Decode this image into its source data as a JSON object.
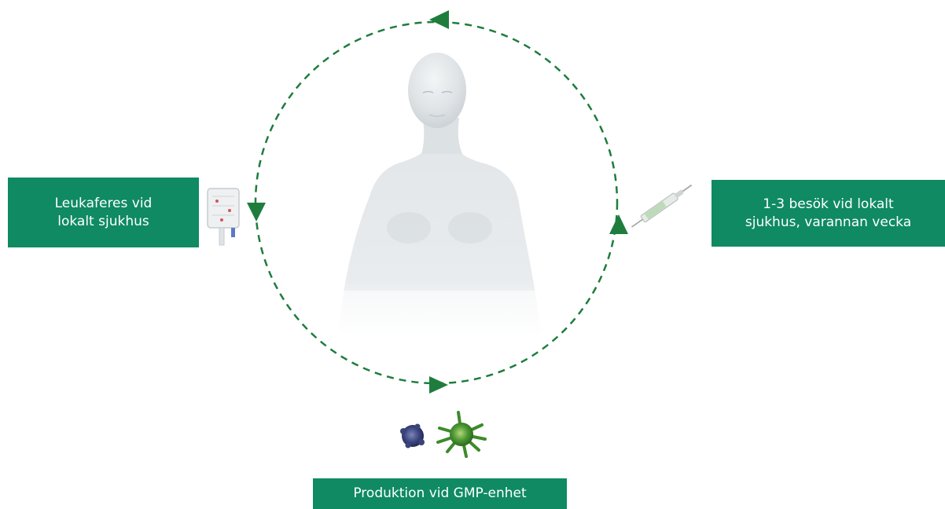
{
  "labels": {
    "left": {
      "line1": "Leukaferes vid",
      "line2": "lokalt sjukhus"
    },
    "right": {
      "line1": "1-3 besök vid lokalt",
      "line2": "sjukhus, varannan vecka"
    },
    "bottom": {
      "line1": "Produktion vid GMP-enhet"
    }
  },
  "colors": {
    "accent": "#0f8a63",
    "cycle": "#1e7d3d",
    "label_text": "#ffffff"
  },
  "icons": {
    "center": "human-figure-icon",
    "left": "iv-bag-icon",
    "right": "syringe-icon",
    "bottom": "cells-icon"
  }
}
